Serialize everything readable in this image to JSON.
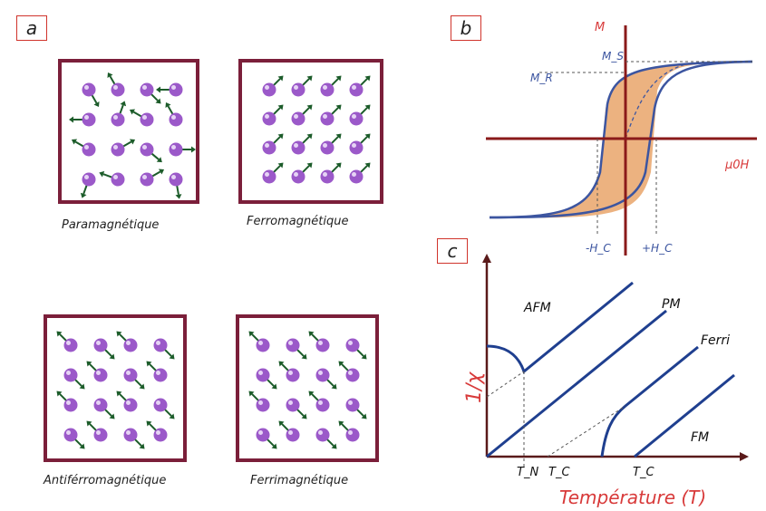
{
  "panel_a": {
    "tag": "a",
    "boxes": [
      {
        "key": "para",
        "caption": "Paramagnétique"
      },
      {
        "key": "ferro",
        "caption": "Ferromagnétique"
      },
      {
        "key": "antiferro",
        "caption": "Antiférromagnétique"
      },
      {
        "key": "ferri",
        "caption": "Ferrimagnétique"
      }
    ]
  },
  "panel_b": {
    "tag": "b",
    "y_label": "M",
    "x_label": "μ0H",
    "ms_label": "M_S",
    "mr_label": "M_R",
    "neg_hc": "-H_C",
    "pos_hc": "+H_C"
  },
  "panel_c": {
    "tag": "c",
    "y_label": "1/χ",
    "x_label": "Température (T)",
    "curves": [
      "AFM",
      "PM",
      "Ferri",
      "FM"
    ],
    "ticks": [
      "T_N",
      "T_C",
      "T_C"
    ]
  },
  "colors": {
    "frame": "#7b1f3a",
    "curve_blue": "#1f3f8f",
    "axis_red": "#8a1a1a",
    "label_red": "#d83a3a",
    "hysteresis_fill": "#e9a56a",
    "sphere": "#9b59c9",
    "arrow_green": "#1c5c2a"
  }
}
